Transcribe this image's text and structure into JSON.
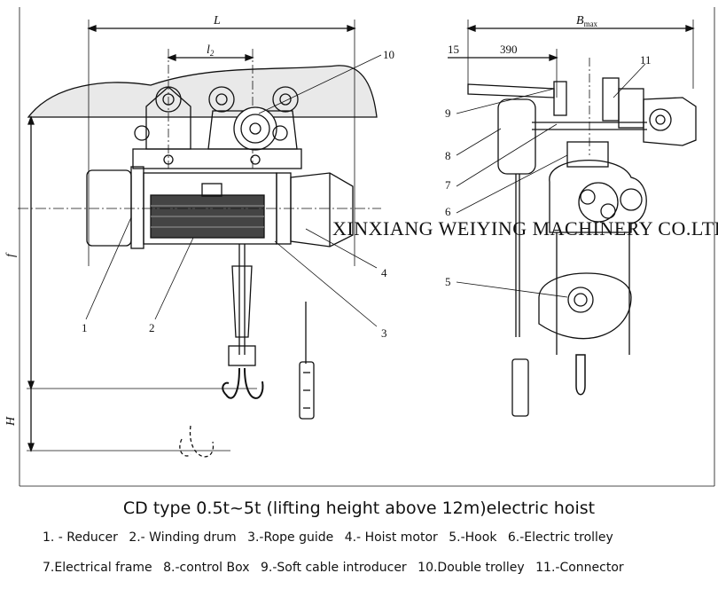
{
  "drawing": {
    "dimensions": {
      "L": "L",
      "l2": "l",
      "l2_sub": "2",
      "Bmax": "B",
      "Bmax_sub": "max",
      "d15": "15",
      "d390": "390",
      "f": "f",
      "H": "H"
    },
    "callouts": [
      "1",
      "2",
      "3",
      "4",
      "5",
      "6",
      "7",
      "8",
      "9",
      "10",
      "11"
    ],
    "watermark": "XINXIANG WEIYING MACHINERY CO.LTD"
  },
  "caption": {
    "title": "CD type 0.5t~5t (lifting height above 12m)electric hoist",
    "legend_line1": [
      "1. - Reducer",
      "2.- Winding drum",
      "3.-Rope guide",
      "4.- Hoist motor",
      "5.-Hook",
      "6.-Electric trolley"
    ],
    "legend_line2": [
      "7.Electrical frame",
      "8.-control Box",
      "9.-Soft cable introducer",
      "10.Double trolley",
      "11.-Connector"
    ]
  }
}
